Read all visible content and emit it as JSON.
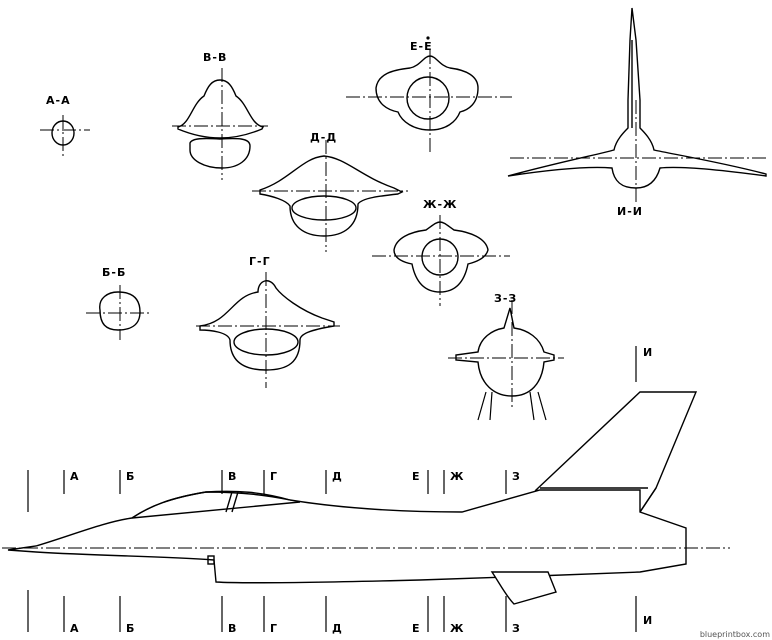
{
  "sections": {
    "aa": "А-А",
    "bb": "Б-Б",
    "vv": "В-В",
    "gg": "Г-Г",
    "dd": "Д-Д",
    "ee": "Е-Е",
    "zhzh": "Ж-Ж",
    "zz": "З-З",
    "ii": "И-И"
  },
  "stations": [
    "А",
    "Б",
    "В",
    "Г",
    "Д",
    "Е",
    "Ж",
    "З",
    "И"
  ],
  "watermark": "blueprintbox.com"
}
